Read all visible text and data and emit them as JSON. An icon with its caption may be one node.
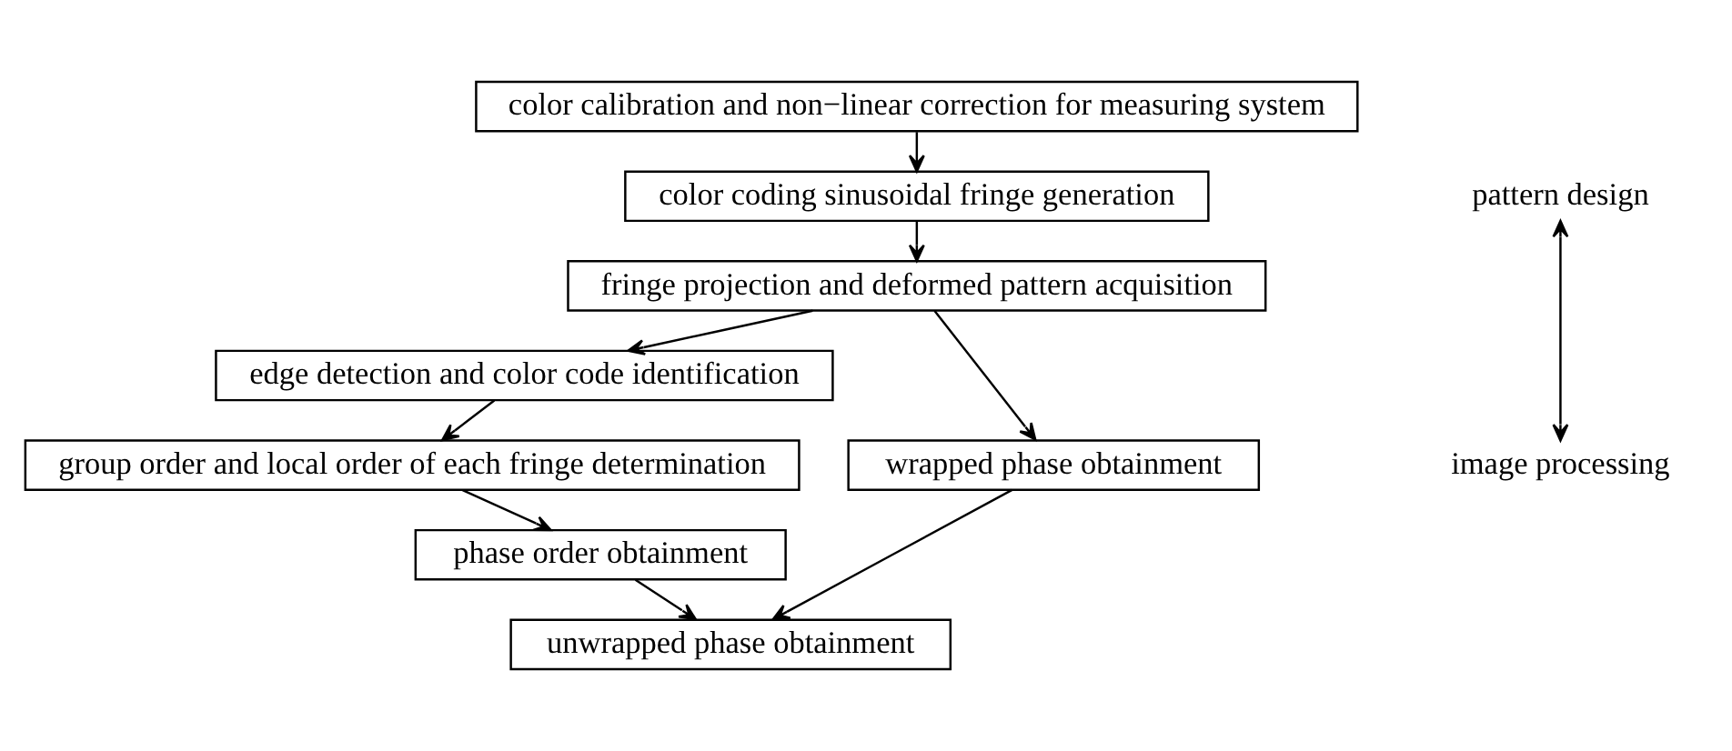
{
  "diagram": {
    "nodes": [
      {
        "text": [
          "color calibration and non−linear correction for measuring system"
        ]
      },
      {
        "text": [
          "color coding sinusoidal fringe generation"
        ]
      },
      {
        "text": [
          "fringe projection and deformed pattern acquisition"
        ]
      },
      {
        "text": [
          "edge detection and color code identification"
        ]
      },
      {
        "text": [
          "wrapped phase obtainment"
        ]
      },
      {
        "text": [
          "group order and local order of each fringe determination"
        ]
      },
      {
        "text": [
          "phase order obtainment"
        ]
      },
      {
        "text": [
          "unwrapped phase obtainment"
        ]
      }
    ],
    "edges": [
      {
        "from": 0,
        "to": 1,
        "arrow": "to"
      },
      {
        "from": 1,
        "to": 2,
        "arrow": "to"
      },
      {
        "from": 2,
        "to": 3,
        "arrow": "to"
      },
      {
        "from": 2,
        "to": 4,
        "arrow": "to"
      },
      {
        "from": 3,
        "to": 5,
        "arrow": "to"
      },
      {
        "from": 5,
        "to": 6,
        "arrow": "to"
      },
      {
        "from": 6,
        "to": 7,
        "arrow": "to"
      },
      {
        "from": 4,
        "to": 7,
        "arrow": "to"
      }
    ],
    "labels": [
      "pattern design",
      "image processing"
    ]
  }
}
